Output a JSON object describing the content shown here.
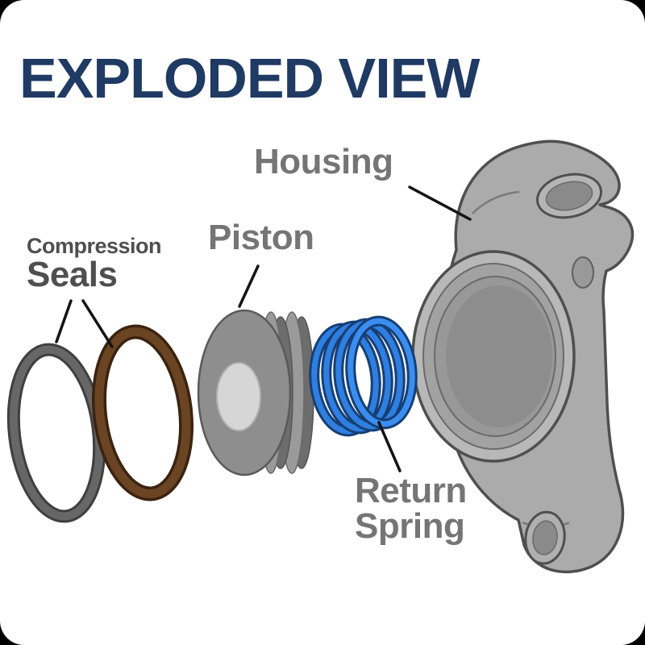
{
  "title": "EXPLODED VIEW",
  "labels": {
    "housing": "Housing",
    "piston": "Piston",
    "compression_seals_line1": "Compression",
    "compression_seals_line2": "Seals",
    "return_spring_line1": "Return",
    "return_spring_line2": "Spring"
  },
  "colors": {
    "title": "#1f3a63",
    "label_gray": "#757575",
    "label_dark_gray": "#4f4f4f",
    "leader_line": "#141414",
    "seal_gray": "#575757",
    "seal_brown": "#6b4423",
    "piston_gray": "#8e8e8e",
    "spring_blue": "#2f7fe0",
    "spring_blue_dark": "#163f75",
    "housing_gray": "#ababab",
    "background": "#ffffff"
  },
  "parts": [
    {
      "id": "compression-seal-gray",
      "color": "#575757"
    },
    {
      "id": "compression-seal-brown",
      "color": "#6b4423"
    },
    {
      "id": "piston",
      "color": "#8e8e8e"
    },
    {
      "id": "return-spring",
      "color": "#2f7fe0"
    },
    {
      "id": "housing",
      "color": "#ababab"
    }
  ]
}
